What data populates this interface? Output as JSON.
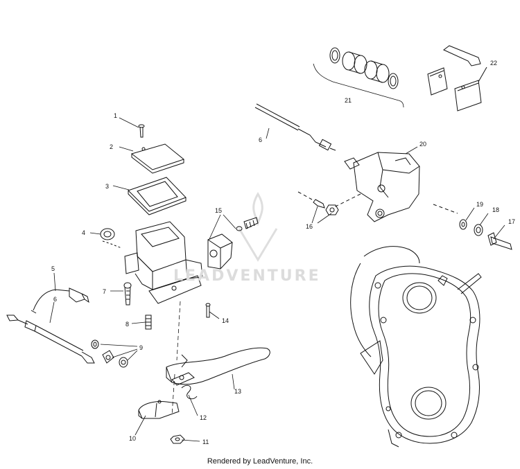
{
  "callouts": {
    "c1": "1",
    "c2": "2",
    "c3": "3",
    "c4": "4",
    "c5": "5",
    "c6a": "6",
    "c6b": "6",
    "c7": "7",
    "c8": "8",
    "c9": "9",
    "c10": "10",
    "c11": "11",
    "c12": "12",
    "c13": "13",
    "c14": "14",
    "c15": "15",
    "c16": "16",
    "c17": "17",
    "c18": "18",
    "c19": "19",
    "c20": "20",
    "c21": "21",
    "c22": "22"
  },
  "watermark": "LEADVENTURE",
  "footer": "Rendered by LeadVenture, Inc."
}
